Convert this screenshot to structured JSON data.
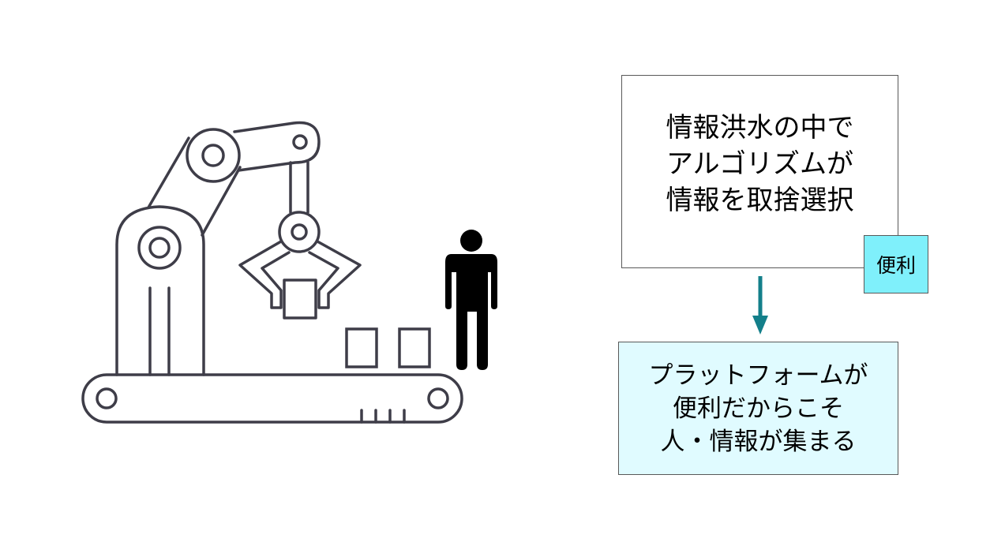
{
  "diagram": {
    "top_box": {
      "text": "情報洪水の中で\nアルゴリズムが\n情報を取捨選択"
    },
    "badge": {
      "text": "便利"
    },
    "bottom_box": {
      "text": "プラットフォームが\n便利だからこそ\n人・情報が集まる"
    },
    "colors": {
      "line": "#3e3d48",
      "arrow": "#137f8a",
      "badge_fill": "#7ff0fb",
      "bottom_box_fill": "#e0fbff",
      "box_border": "#595959",
      "person": "#000000"
    },
    "icons": [
      "robot-arm-icon",
      "conveyor-belt-icon",
      "box-icon",
      "person-icon",
      "down-arrow-icon"
    ]
  }
}
